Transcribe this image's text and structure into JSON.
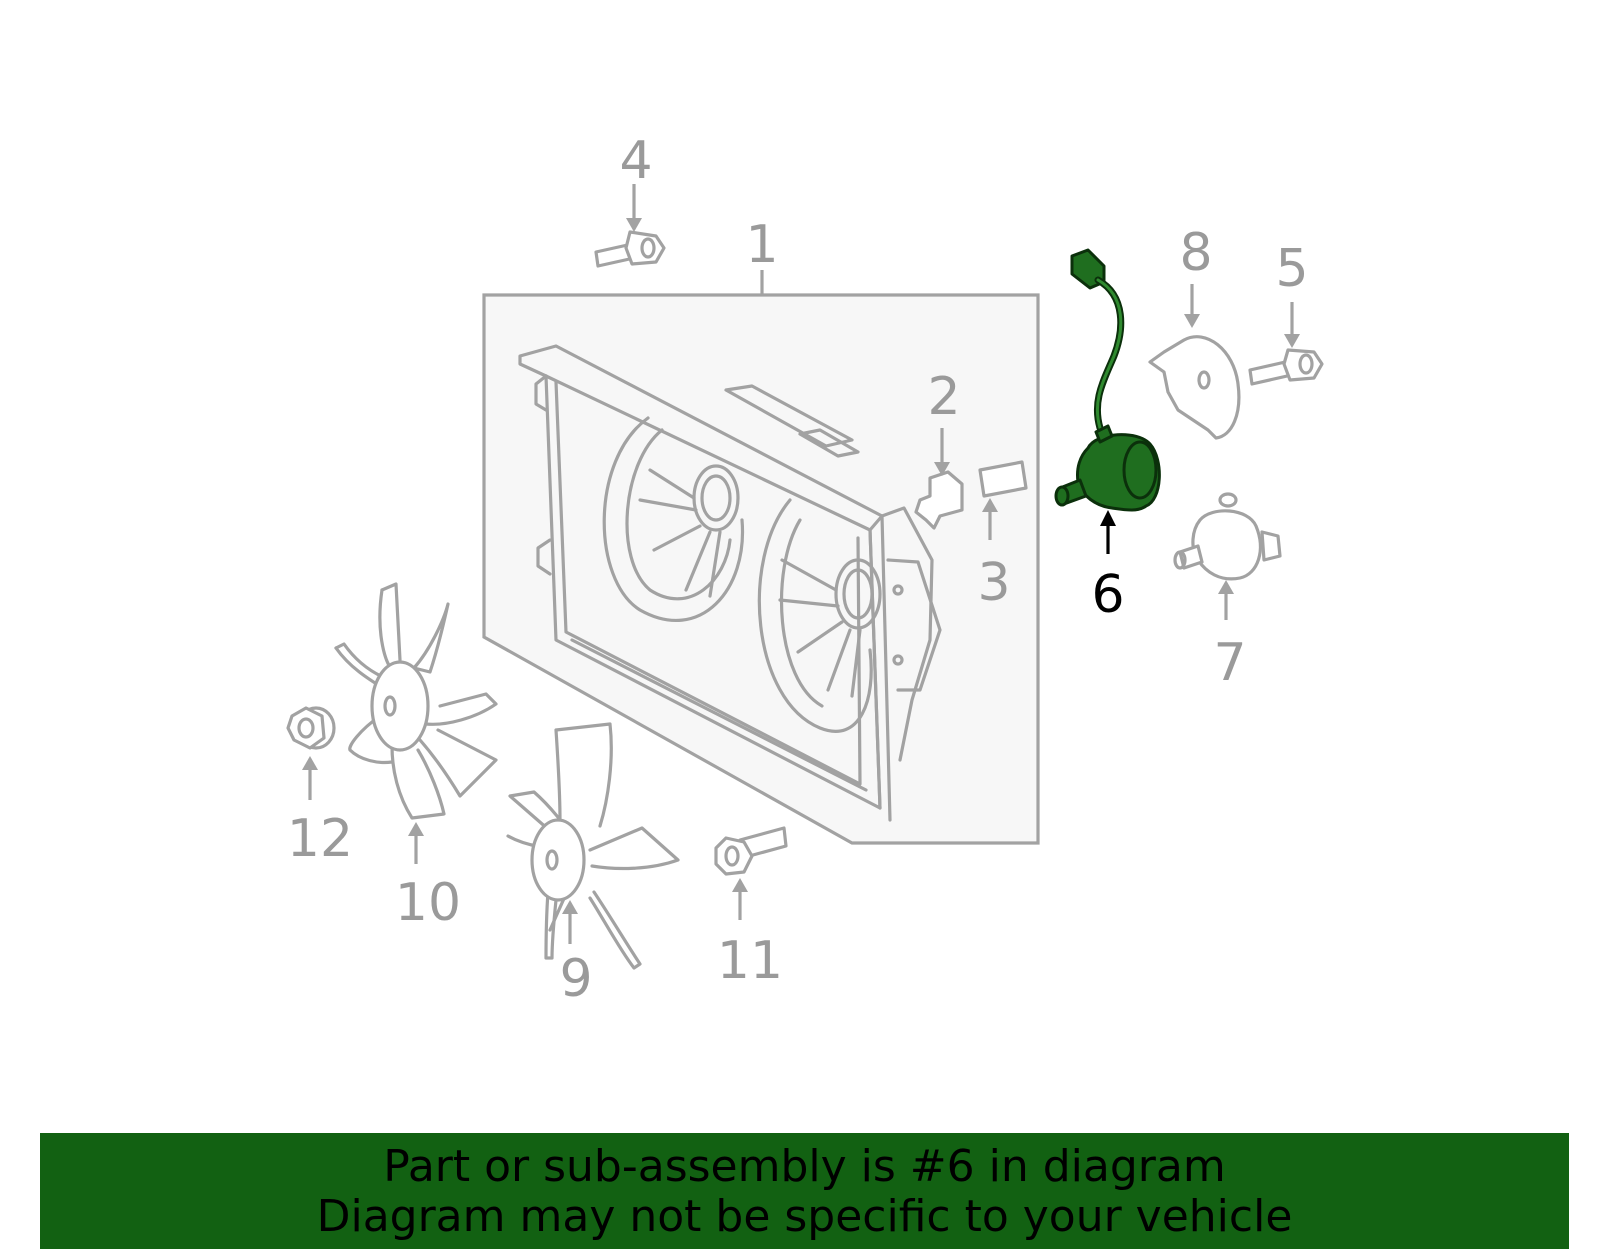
{
  "callouts": {
    "c1": "1",
    "c2": "2",
    "c3": "3",
    "c4": "4",
    "c5": "5",
    "c6": "6",
    "c7": "7",
    "c8": "8",
    "c9": "9",
    "c10": "10",
    "c11": "11",
    "c12": "12"
  },
  "highlighted_part": "6",
  "colors": {
    "highlight": "#1f6e1f",
    "banner": "#126112",
    "parts": "#a2a2a2"
  },
  "banner": {
    "line1": "Part or sub-assembly is #6 in diagram",
    "line2": "Diagram may not be specific to your vehicle"
  }
}
